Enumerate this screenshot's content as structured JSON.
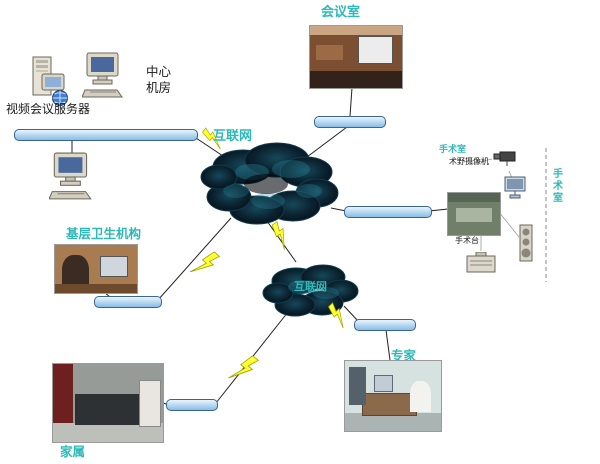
{
  "nodes": {
    "center": {
      "room_label": "中心机房",
      "server_label": "视频会议服务器"
    },
    "internet_main": {
      "label": "互联网"
    },
    "internet_sub": {
      "label": "互联网"
    },
    "meeting_room": {
      "label": "会议室"
    },
    "operating_room": {
      "title": "手术室",
      "camera_label": "术野摄像机",
      "table_label": "手术台",
      "side_label": "手术室"
    },
    "clinic": {
      "label": "基层卫生机构"
    },
    "expert": {
      "label": "专家"
    },
    "family": {
      "label": "家属"
    }
  },
  "colors": {
    "label_teal": "#2eb8b8",
    "bus_fill": "#bcdcf3",
    "bus_border": "#3a6590",
    "cloud_dark": "#0a1420",
    "cloud_teal": "#2a93a5",
    "lightning_yellow": "#ffff33",
    "line_black": "#222222"
  }
}
